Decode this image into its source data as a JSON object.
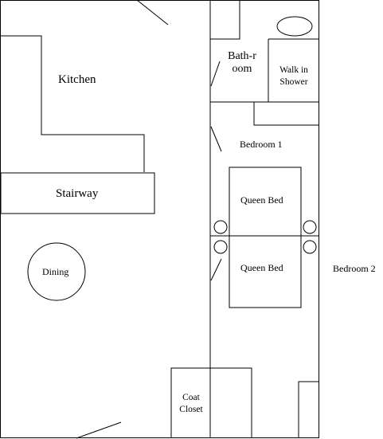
{
  "rooms": {
    "kitchen": "Kitchen",
    "stairway": "Stairway",
    "dining": "Dining",
    "bathroom_line1": "Bath-r",
    "bathroom_line2": "oom",
    "shower_line1": "Walk in",
    "shower_line2": "Shower",
    "bedroom1": "Bedroom 1",
    "bedroom2": "Bedroom 2",
    "queen_bed_1": "Queen Bed",
    "queen_bed_2": "Queen Bed",
    "coat_closet_line1": "Coat",
    "coat_closet_line2": "Closet"
  },
  "colors": {
    "line": "#000000",
    "background": "#ffffff"
  }
}
